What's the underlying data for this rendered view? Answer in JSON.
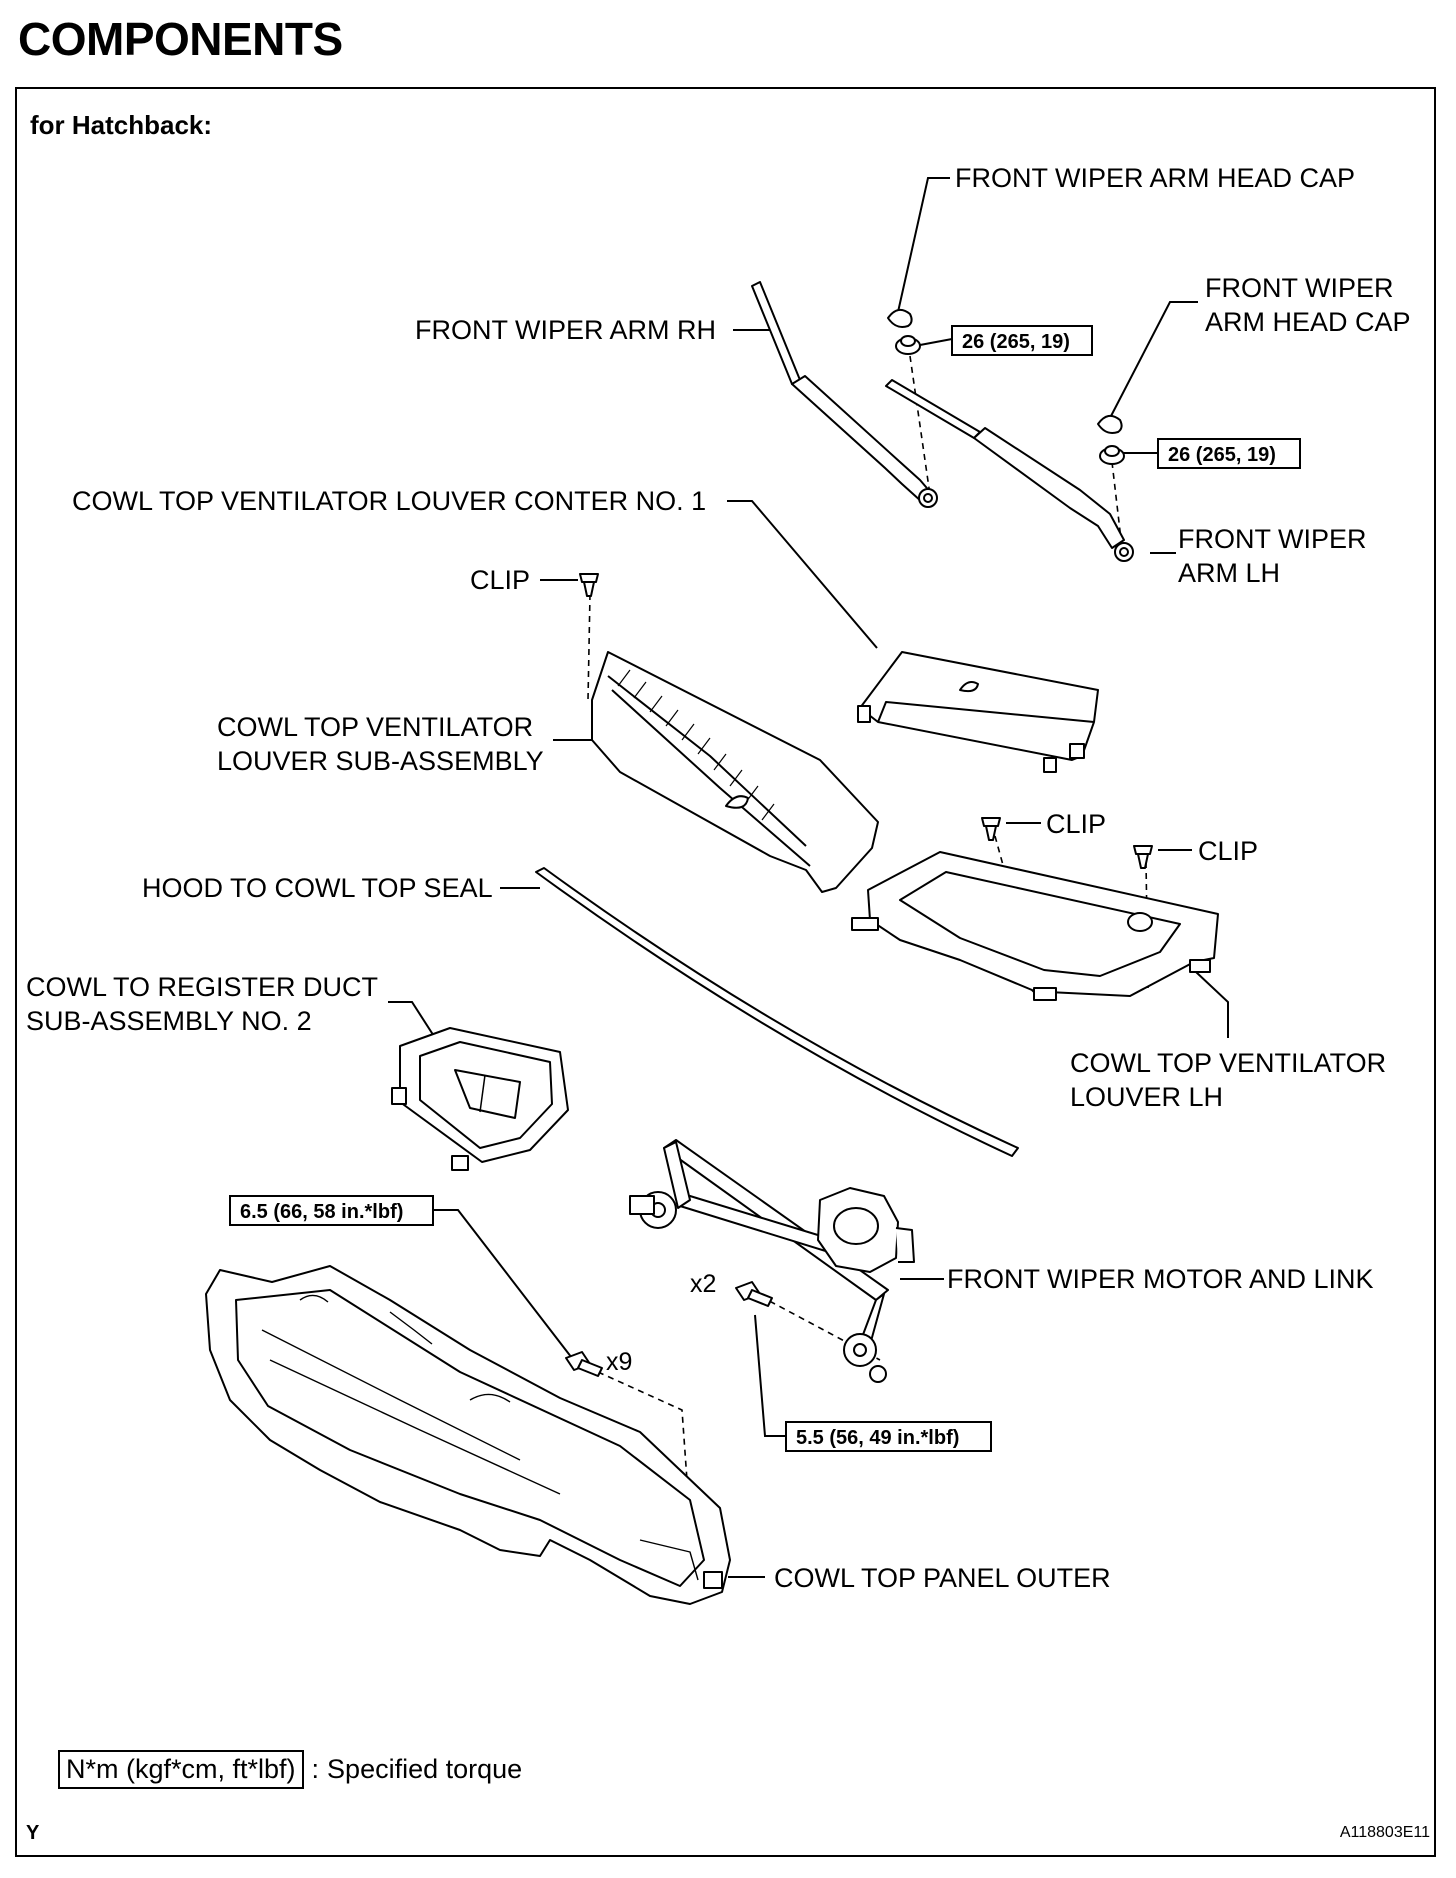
{
  "title": "COMPONENTS",
  "variant": "for Hatchback:",
  "labels": {
    "head_cap_1": "FRONT WIPER ARM HEAD CAP",
    "head_cap_2a": "FRONT WIPER",
    "head_cap_2b": "ARM HEAD CAP",
    "arm_rh": "FRONT WIPER ARM RH",
    "arm_lh_a": "FRONT WIPER",
    "arm_lh_b": "ARM LH",
    "louver_center": "COWL TOP VENTILATOR LOUVER CONTER NO. 1",
    "clip_1": "CLIP",
    "clip_2": "CLIP",
    "clip_3": "CLIP",
    "louver_sub_a": "COWL TOP VENTILATOR",
    "louver_sub_b": "LOUVER SUB-ASSEMBLY",
    "seal": "HOOD TO COWL TOP SEAL",
    "duct_a": "COWL TO REGISTER DUCT",
    "duct_b": "SUB-ASSEMBLY NO. 2",
    "louver_lh_a": "COWL TOP VENTILATOR",
    "louver_lh_b": "LOUVER LH",
    "motor_link": "FRONT WIPER MOTOR AND LINK",
    "panel_outer": "COWL TOP PANEL OUTER"
  },
  "torques": {
    "nut_rh": "26 (265, 19)",
    "nut_lh": "26 (265, 19)",
    "panel_bolt": "6.5 (66, 58 in.*lbf)",
    "motor_bolt": "5.5 (56, 49 in.*lbf)"
  },
  "quantities": {
    "panel_bolt": "x9",
    "motor_bolt": "x2"
  },
  "legend": {
    "unit": "N*m (kgf*cm, ft*lbf)",
    "separator": ":",
    "text": "Specified torque"
  },
  "corner_mark": "Y",
  "figure_id": "A118803E11"
}
